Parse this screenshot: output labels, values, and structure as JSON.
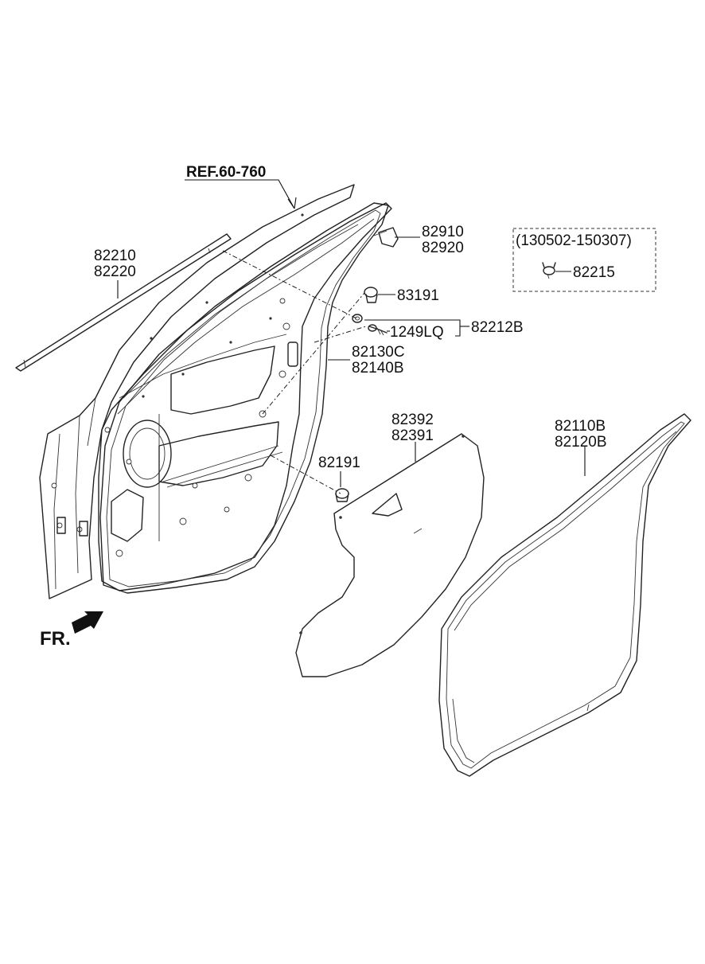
{
  "labels": {
    "ref": "REF.60-760",
    "p82910": "82910",
    "p82920": "82920",
    "p82210": "82210",
    "p82220": "82220",
    "p83191": "83191",
    "p82212B": "82212B",
    "p1249LQ": "1249LQ",
    "p82130C": "82130C",
    "p82140B": "82140B",
    "p82392": "82392",
    "p82391": "82391",
    "p82110B": "82110B",
    "p82120B": "82120B",
    "p82191": "82191",
    "p82215": "82215",
    "date_range": "(130502-150307)",
    "fr": "FR."
  }
}
